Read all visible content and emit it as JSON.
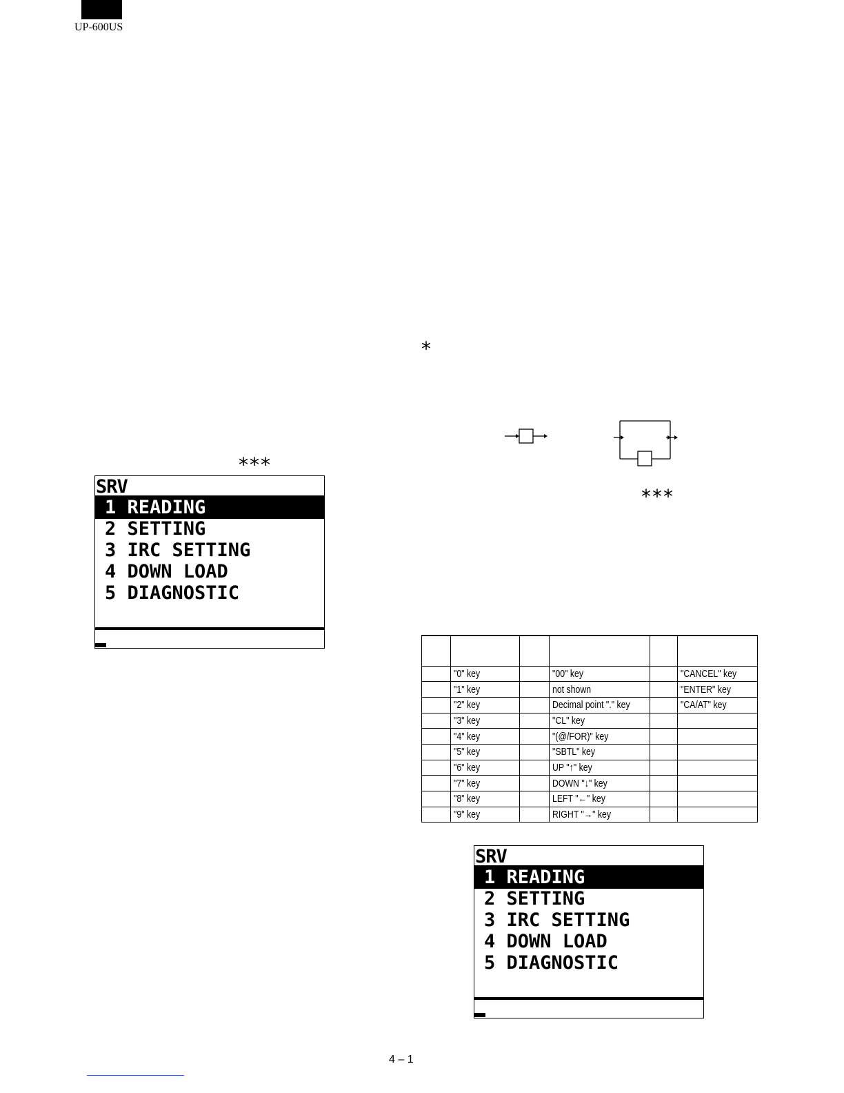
{
  "header": {
    "model": "UP-600US"
  },
  "marks": {
    "note_asterisk": "*",
    "triple_asterisk_left": "***",
    "triple_asterisk_right": "***"
  },
  "lcd_screen": {
    "title": "SRV",
    "items": [
      "1 READING",
      "2 SETTING",
      "3 IRC SETTING",
      "4 DOWN LOAD",
      "5 DIAGNOSTIC"
    ],
    "selected_index": 0
  },
  "key_table": {
    "rows": [
      [
        "",
        "\"0\" key",
        "",
        "\"00\" key",
        "",
        "\"CANCEL\" key"
      ],
      [
        "",
        "\"1\" key",
        "",
        "not shown",
        "",
        "\"ENTER\" key"
      ],
      [
        "",
        "\"2\" key",
        "",
        "Decimal point \".\" key",
        "",
        "\"CA/AT\" key"
      ],
      [
        "",
        "\"3\" key",
        "",
        "\"CL\" key",
        "",
        ""
      ],
      [
        "",
        "\"4\" key",
        "",
        "\"(@/FOR)\" key",
        "",
        ""
      ],
      [
        "",
        "\"5\" key",
        "",
        "\"SBTL\" key",
        "",
        ""
      ],
      [
        "",
        "\"6\" key",
        "",
        "UP \"↑\" key",
        "",
        ""
      ],
      [
        "",
        "\"7\" key",
        "",
        "DOWN \"↓\" key",
        "",
        ""
      ],
      [
        "",
        "\"8\" key",
        "",
        "LEFT \"←\" key",
        "",
        ""
      ],
      [
        "",
        "\"9\" key",
        "",
        "RIGHT \"→\" key",
        "",
        ""
      ]
    ]
  },
  "footer": {
    "page_number": "4 – 1"
  }
}
